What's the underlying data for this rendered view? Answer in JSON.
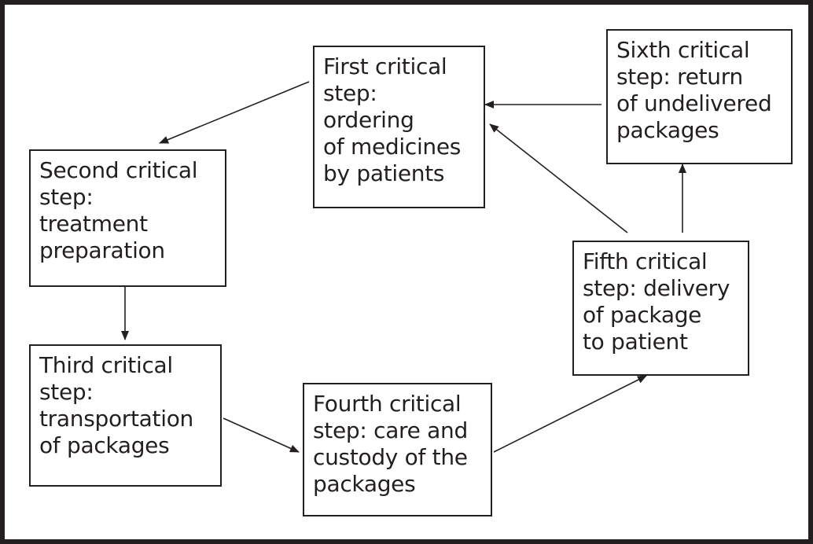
{
  "steps": {
    "first": "First critical\nstep:\nordering\nof medicines\nby patients",
    "second": "Second critical\nstep:\ntreatment\npreparation",
    "third": "Third critical\nstep:\ntransportation\nof packages",
    "fourth": "Fourth critical\nstep: care and\ncustody of the\npackages",
    "fifth": "Fifth critical\nstep: delivery\nof package\nto patient",
    "sixth": "Sixth critical\nstep: return\nof undelivered\npackages"
  },
  "colors": {
    "ink": "#231f20",
    "background": "#ffffff"
  }
}
